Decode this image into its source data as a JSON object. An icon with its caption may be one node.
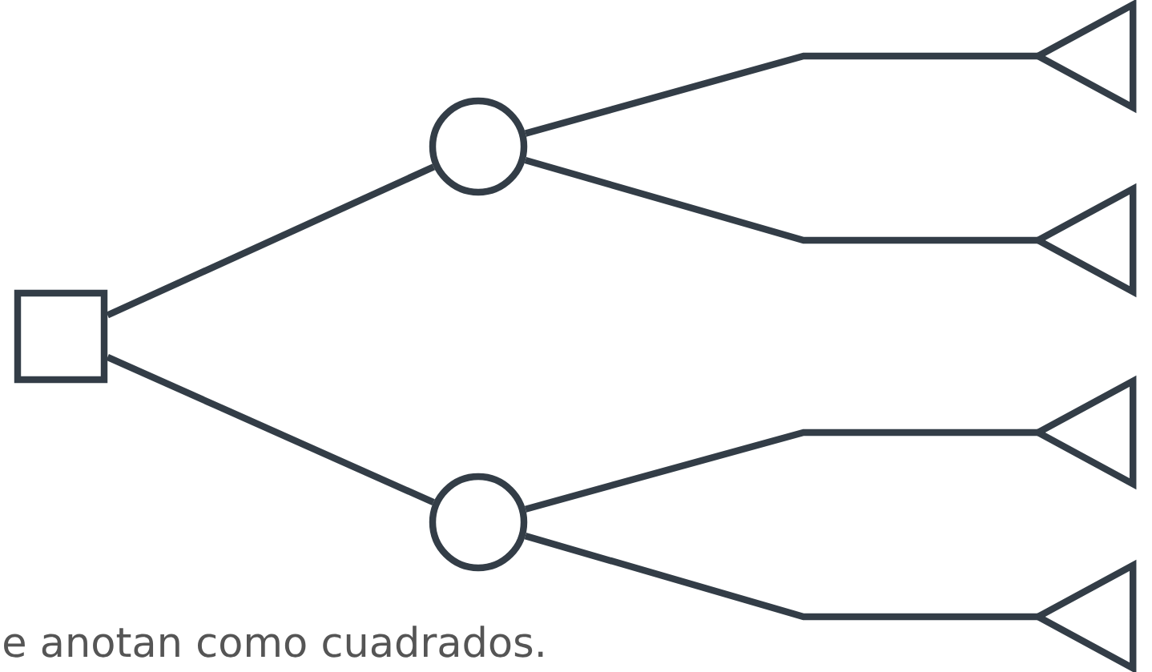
{
  "diagram": {
    "nodes": [
      {
        "text": [],
        "shape": "box"
      },
      {
        "text": [],
        "shape": "circle"
      },
      {
        "text": [],
        "shape": "circle"
      },
      {
        "text": [],
        "shape": "triangle"
      },
      {
        "text": [],
        "shape": "triangle"
      },
      {
        "text": [],
        "shape": "triangle"
      },
      {
        "text": [],
        "shape": "triangle"
      }
    ],
    "edges": [
      {
        "from": 0,
        "to": 1,
        "arrow": "none"
      },
      {
        "from": 0,
        "to": 2,
        "arrow": "none"
      },
      {
        "from": 1,
        "to": 3,
        "arrow": "none"
      },
      {
        "from": 1,
        "to": 4,
        "arrow": "none"
      },
      {
        "from": 2,
        "to": 5,
        "arrow": "none"
      },
      {
        "from": 2,
        "to": 6,
        "arrow": "none"
      }
    ],
    "labels": [
      "e anotan como cuadrados."
    ]
  }
}
